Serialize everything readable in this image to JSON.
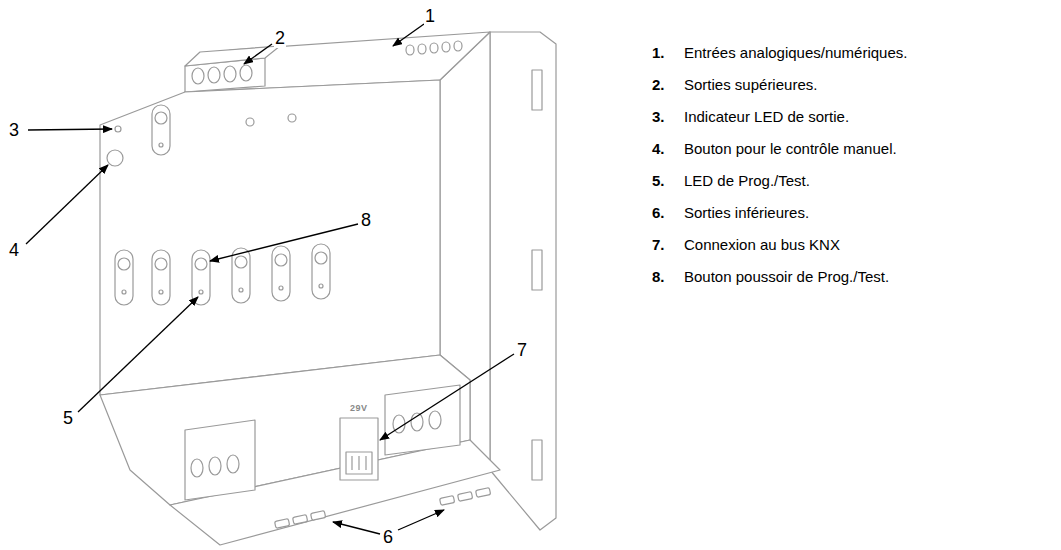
{
  "diagram": {
    "labels": [
      "1",
      "2",
      "3",
      "4",
      "8",
      "7",
      "5",
      "6",
      "29V",
      "1.",
      "Entrées analogiques/numériques.",
      "2.",
      "Sorties supérieures.",
      "3.",
      "Indicateur LED de sortie.",
      "4.",
      "Bouton pour le contrôle manuel.",
      "5.",
      "LED de Prog./Test.",
      "6.",
      "Sorties inférieures.",
      "7.",
      "Connexion au bus KNX",
      "8.",
      "Bouton poussoir de Prog./Test."
    ]
  }
}
